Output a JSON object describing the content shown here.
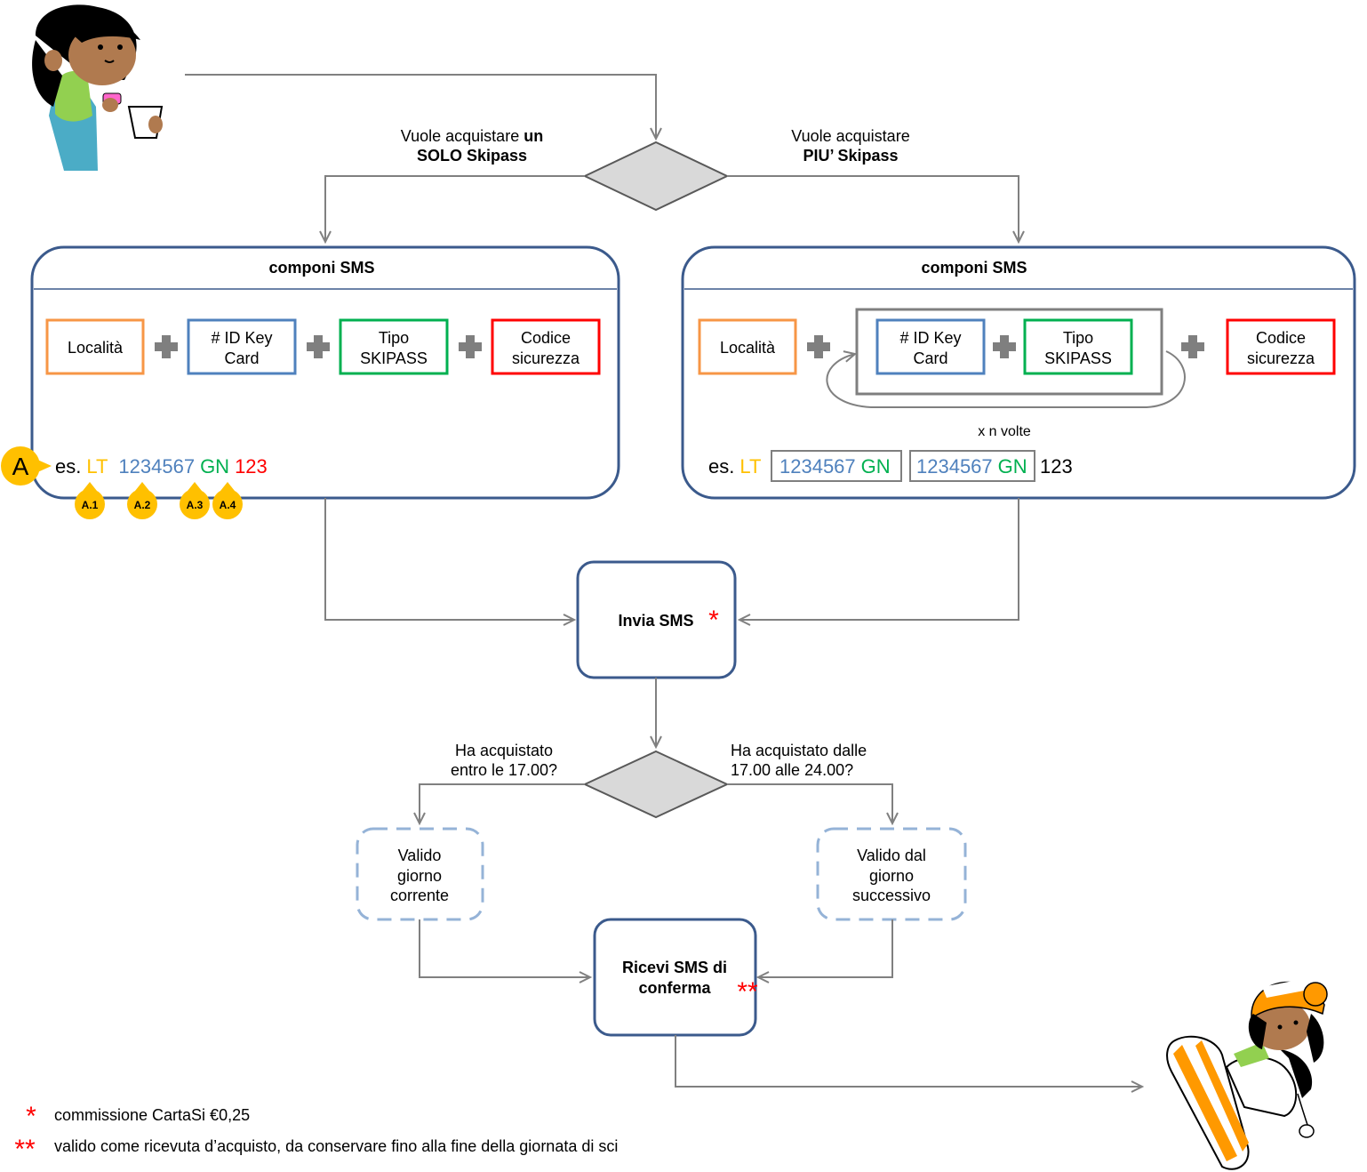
{
  "colors": {
    "panel_border": "#3b5a8c",
    "localita": "#f79646",
    "id_key": "#4f81bd",
    "tipo": "#00b050",
    "codice": "#ff0000",
    "sample_lt": "#ffc000",
    "sample_id": "#4f81bd",
    "sample_gn": "#00b050",
    "sample_code": "#ff0000",
    "diamond": "#d9d9d9",
    "dashed": "#95b3d7",
    "badge": "#ffc000"
  },
  "decision_top": {
    "left_label_line1": "Vuole acquistare ",
    "left_label_line1_bold": "un",
    "left_label_line2": "SOLO Skipass",
    "right_label_line1": "Vuole acquistare",
    "right_label_line2": "PIU’ Skipass"
  },
  "panel_left": {
    "title": "componi SMS",
    "box_localita": "Località",
    "box_id_line1": "# ID Key",
    "box_id_line2": "Card",
    "box_tipo_line1": "Tipo",
    "box_tipo_line2": "SKIPASS",
    "box_codice_line1": "Codice",
    "box_codice_line2": "sicurezza",
    "example_prefix": "es.",
    "example_lt": "LT",
    "example_id": "1234567",
    "example_gn": "GN",
    "example_code": "123",
    "callout_letter": "A",
    "badges": [
      "A.1",
      "A.2",
      "A.3",
      "A.4"
    ]
  },
  "panel_right": {
    "title": "componi SMS",
    "box_localita": "Località",
    "box_id_line1": "# ID Key",
    "box_id_line2": "Card",
    "box_tipo_line1": "Tipo",
    "box_tipo_line2": "SKIPASS",
    "box_codice_line1": "Codice",
    "box_codice_line2": "sicurezza",
    "repeat_label": "x n volte",
    "example_prefix": "es.",
    "example_lt": "LT",
    "example_id_1": "1234567",
    "example_gn_1": "GN",
    "example_id_2": "1234567",
    "example_gn_2": "GN",
    "example_code": "123"
  },
  "invia": {
    "label": "Invia SMS",
    "star": "*"
  },
  "decision_time": {
    "left_line1": "Ha acquistato",
    "left_line2": "entro le 17.00?",
    "right_line1": "Ha acquistato dalle",
    "right_line2": "17.00 alle 24.00?"
  },
  "valid_current": {
    "line1": "Valido",
    "line2": "giorno",
    "line3": "corrente"
  },
  "valid_next": {
    "line1": "Valido dal",
    "line2": "giorno",
    "line3": "successivo"
  },
  "ricevi": {
    "line1": "Ricevi SMS di",
    "line2": "conferma",
    "stars": "**"
  },
  "footnotes": [
    {
      "mark": "*",
      "text": "commissione CartaSi €0,25"
    },
    {
      "mark": "**",
      "text": "valido come ricevuta d’acquisto, da conservare fino alla fine della giornata di sci"
    }
  ]
}
